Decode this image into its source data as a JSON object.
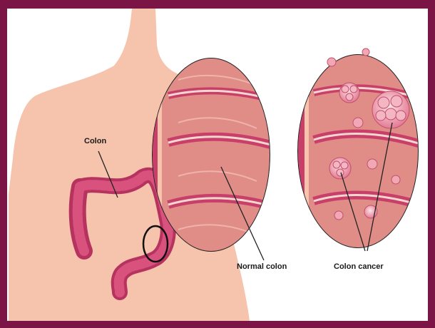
{
  "labels": {
    "colon": "Colon",
    "normal_colon": "Normal colon",
    "colon_cancer": "Colon cancer"
  },
  "colors": {
    "border": "#7a1545",
    "skin": "#f6c3ad",
    "colon_wall": "#c83f6a",
    "tissue": "#e79f98",
    "polyp": "#f1a8b4"
  }
}
